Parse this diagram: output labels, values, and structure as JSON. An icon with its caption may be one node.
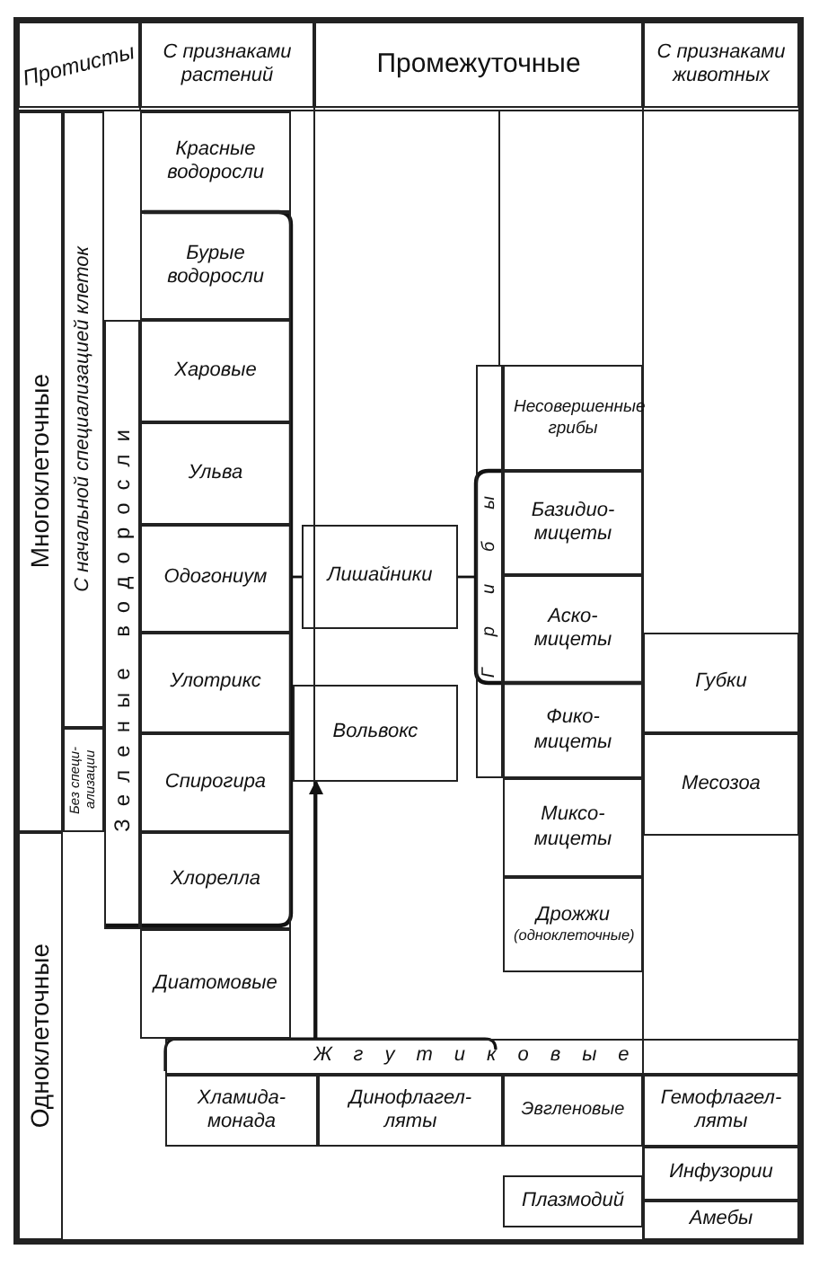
{
  "diagram": {
    "nodes": [
      {
        "text": [
          "Протисты"
        ]
      },
      {
        "text": [
          "С признаками растений"
        ]
      },
      {
        "text": [
          "Промежуточные"
        ]
      },
      {
        "text": [
          "С признаками животных"
        ]
      },
      {
        "text": [
          "Многоклеточные"
        ]
      },
      {
        "text": [
          "С начальной специализацией клеток"
        ]
      },
      {
        "text": [
          "Без специ- ализации"
        ]
      },
      {
        "text": [
          "Одноклеточные"
        ]
      },
      {
        "text": [
          "Зеленые водоросли"
        ]
      },
      {
        "text": [
          "Красные водоросли"
        ]
      },
      {
        "text": [
          "Бурые водоросли"
        ]
      },
      {
        "text": [
          "Харовые"
        ]
      },
      {
        "text": [
          "Ульва"
        ]
      },
      {
        "text": [
          "Одогониум"
        ]
      },
      {
        "text": [
          "Улотрикс"
        ]
      },
      {
        "text": [
          "Спирогира"
        ]
      },
      {
        "text": [
          "Хлорелла"
        ]
      },
      {
        "text": [
          "Диатомовые"
        ]
      },
      {
        "text": [
          "Лишайники"
        ]
      },
      {
        "text": [
          "Вольвокс"
        ]
      },
      {
        "text": [
          "Грибы"
        ]
      },
      {
        "text": [
          "Несовершенные грибы"
        ]
      },
      {
        "text": [
          "Базидио- мицеты"
        ]
      },
      {
        "text": [
          "Аско- мицеты"
        ]
      },
      {
        "text": [
          "Фико- мицеты"
        ]
      },
      {
        "text": [
          "Миксо- мицеты"
        ]
      },
      {
        "text": [
          "Дрожжи",
          "(одноклеточные)"
        ]
      },
      {
        "text": [
          "Губки"
        ]
      },
      {
        "text": [
          "Месозоа"
        ]
      },
      {
        "text": [
          "Жгутиковые"
        ]
      },
      {
        "text": [
          "Хламида- монада"
        ]
      },
      {
        "text": [
          "Динофлагел- ляты"
        ]
      },
      {
        "text": [
          "Эвгленовые"
        ]
      },
      {
        "text": [
          "Гемофлагел- ляты"
        ]
      },
      {
        "text": [
          "Плазмодий"
        ]
      },
      {
        "text": [
          "Инфузории"
        ]
      },
      {
        "text": [
          "Амебы"
        ]
      }
    ],
    "edges": [
      {
        "from": 13,
        "to": 18,
        "arrow": "none"
      },
      {
        "from": 20,
        "to": 18,
        "arrow": "none"
      },
      {
        "from": 29,
        "to": 19,
        "arrow": "to"
      }
    ]
  }
}
